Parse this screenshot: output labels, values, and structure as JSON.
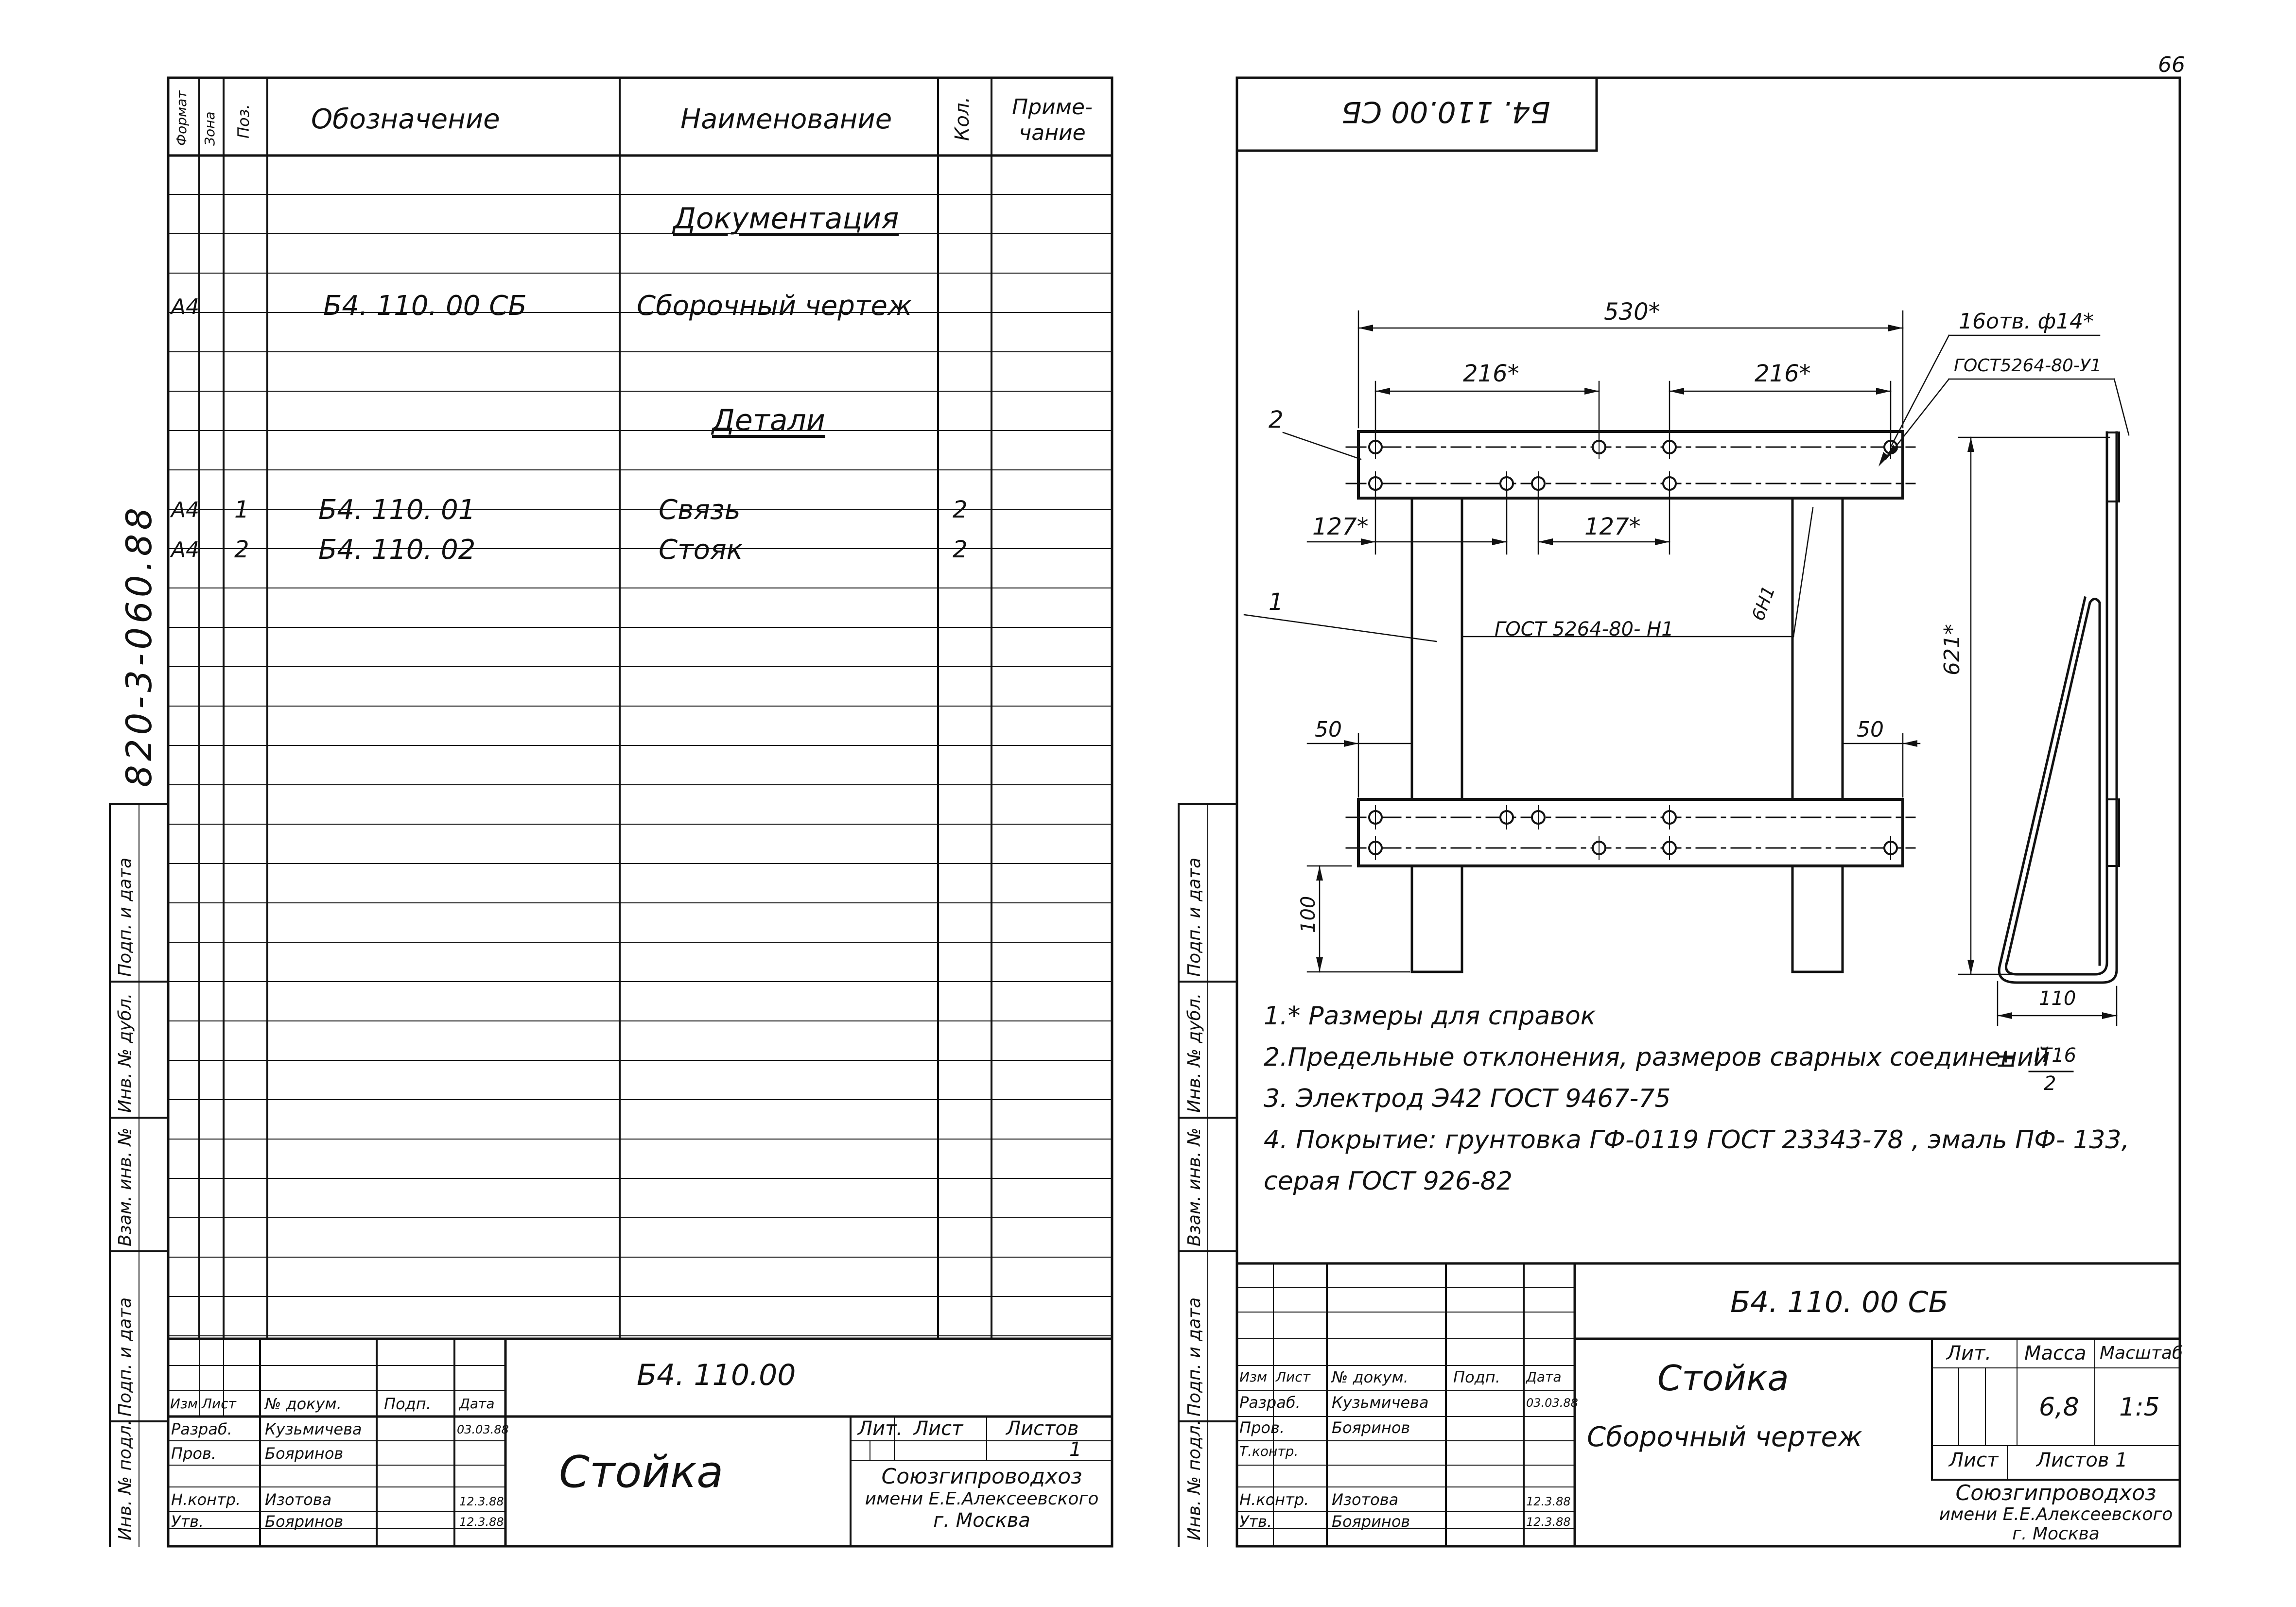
{
  "page_number": "66",
  "spec_sheet": {
    "vertical_code": "820-3-060.88",
    "headers": {
      "format": "Формат",
      "zone": "Зона",
      "pos": "Поз.",
      "designation": "Обозначение",
      "name": "Наименование",
      "qty": "Кол.",
      "note": "Приме-\nчание"
    },
    "section_documentation": "Документация",
    "doc_row": {
      "format": "А4",
      "designation": "Б4. 110. 00 СБ",
      "name": "Сборочный чертеж"
    },
    "section_details": "Детали",
    "parts": [
      {
        "format": "А4",
        "pos": "1",
        "designation": "Б4. 110. 01",
        "name": "Связь",
        "qty": "2"
      },
      {
        "format": "А4",
        "pos": "2",
        "designation": "Б4. 110. 02",
        "name": "Стояк",
        "qty": "2"
      }
    ],
    "side_labels": [
      "Подп. и дата",
      "Инв. № дубл.",
      "Взам. инв. №",
      "Подп. и дата",
      "Инв. № подл."
    ],
    "title_block": {
      "code": "Б4. 110.00",
      "title": "Стойка",
      "hdr": {
        "izm": "Изм",
        "list": "Лист",
        "doc": "№ докум.",
        "sign": "Подп.",
        "date": "Дата"
      },
      "people": [
        {
          "role": "Разраб.",
          "name": "Кузьмичева",
          "date": "03.03.88"
        },
        {
          "role": "Пров.",
          "name": "Бояринов",
          "date": ""
        },
        {
          "role": "Н.контр.",
          "name": "Изотова",
          "date": "12.3.88"
        },
        {
          "role": "Утв.",
          "name": "Бояринов",
          "date": "12.3.88"
        }
      ],
      "lit": "Лит.",
      "sheet": "Лист",
      "sheets": "Листов",
      "sheets_value": "1",
      "org": [
        "Союзгипроводхоз",
        "имени Е.Е.Алексеевского",
        "г. Москва"
      ]
    }
  },
  "drawing_sheet": {
    "stamp_code_mirrored": "Б4. 110.00 СБ",
    "dims": {
      "overall": "530*",
      "left_spacing": "216*",
      "right_spacing": "216*",
      "left_offset": "127*",
      "mid_offset": "127*",
      "left_edge": "50",
      "right_edge": "50",
      "leg_bottom": "100",
      "height": "621*",
      "depth": "110"
    },
    "callouts": {
      "pos2": "2",
      "pos1": "1",
      "holes": "16отв. ф14*",
      "weld_top": "ГОСТ5264-80-У1",
      "weld_main": "ГОСТ 5264-80- Н1",
      "weld_side": "6Н1"
    },
    "notes": [
      "1.* Размеры для справок",
      "2.Предельные отклонения, размеров сварных соединений",
      "3. Электрод Э42 ГОСТ 9467-75",
      "4. Покрытие: грунтовка ГФ-0119 ГОСТ 23343-78 , эмаль ПФ- 133,",
      "серая ГОСТ 926-82"
    ],
    "tolerance": {
      "sign": "±",
      "numerator": "IT16",
      "denominator": "2"
    },
    "side_labels": [
      "Подп. и дата",
      "Инв. № дубл.",
      "Взам. инв. №",
      "Подп. и дата",
      "Инв. № подл."
    ],
    "title_block": {
      "code": "Б4. 110. 00 СБ",
      "title": "Стойка",
      "subtitle": "Сборочный чертеж",
      "hdr": {
        "izm": "Изм",
        "list": "Лист",
        "doc": "№ докум.",
        "sign": "Подп.",
        "date": "Дата"
      },
      "people": [
        {
          "role": "Разраб.",
          "name": "Кузьмичева",
          "date": "03.03.88"
        },
        {
          "role": "Пров.",
          "name": "Бояринов",
          "date": ""
        },
        {
          "role": "Т.контр.",
          "name": "",
          "date": ""
        },
        {
          "role": "Н.контр.",
          "name": "Изотова",
          "date": "12.3.88"
        },
        {
          "role": "Утв.",
          "name": "Бояринов",
          "date": "12.3.88"
        }
      ],
      "lit": "Лит.",
      "mass": "Масса",
      "scale": "Масштаб",
      "mass_value": "6,8",
      "scale_value": "1:5",
      "sheet": "Лист",
      "sheets": "Листов 1",
      "org": [
        "Союзгипроводхоз",
        "имени Е.Е.Алексеевского",
        "г. Москва"
      ]
    }
  }
}
